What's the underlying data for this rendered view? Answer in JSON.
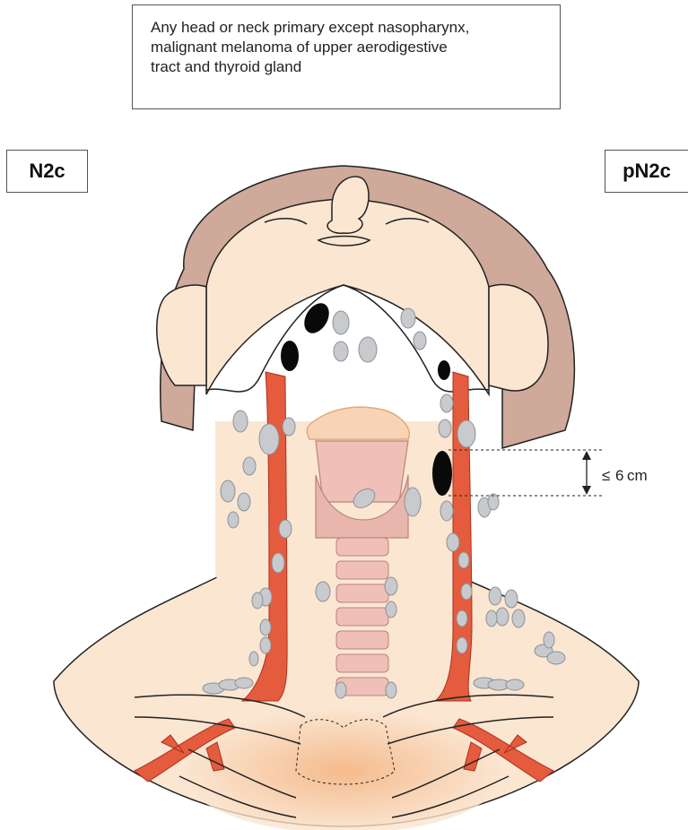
{
  "caption": {
    "lines": [
      "Any head or neck primary except nasopharynx,",
      "malignant melanoma of upper aerodigestive",
      "tract and thyroid gland"
    ]
  },
  "stage_left": "N2c",
  "stage_right": "pN2c",
  "measurement": {
    "symbol": "≤",
    "value": "6",
    "unit": "cm"
  },
  "colors": {
    "skin": "#fbe6d2",
    "hair": "#cfa99a",
    "artery": "#e55b3e",
    "node_normal": "#c8cacd",
    "node_involved": "#0a0a0a",
    "cartilage": "#f0c0b8",
    "shoulder_glow": "#f4b684"
  }
}
